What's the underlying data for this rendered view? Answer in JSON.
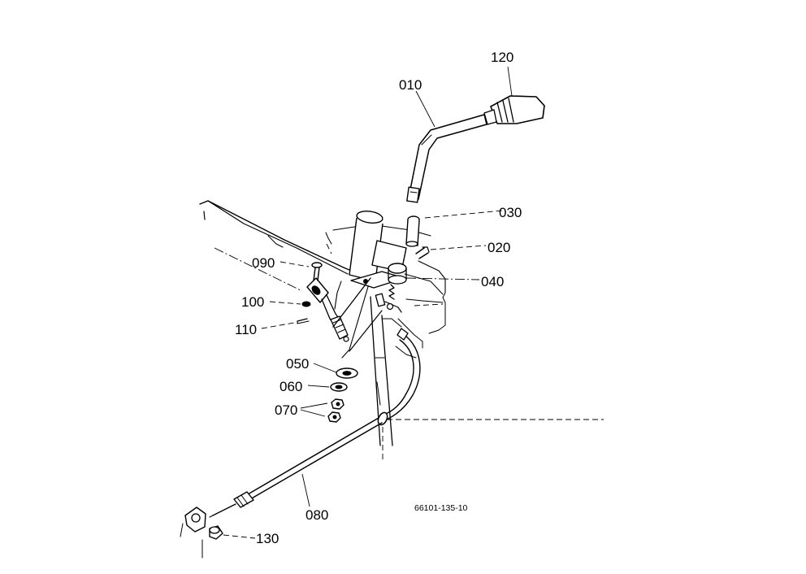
{
  "diagram": {
    "document_code": "66101-135-10",
    "parts": [
      {
        "id": "p010",
        "number": "010"
      },
      {
        "id": "p020",
        "number": "020"
      },
      {
        "id": "p030",
        "number": "030"
      },
      {
        "id": "p040",
        "number": "040"
      },
      {
        "id": "p050",
        "number": "050"
      },
      {
        "id": "p060",
        "number": "060"
      },
      {
        "id": "p070",
        "number": "070"
      },
      {
        "id": "p080",
        "number": "080"
      },
      {
        "id": "p090",
        "number": "090"
      },
      {
        "id": "p100",
        "number": "100"
      },
      {
        "id": "p110",
        "number": "110"
      },
      {
        "id": "p120",
        "number": "120"
      },
      {
        "id": "p130",
        "number": "130"
      }
    ]
  }
}
